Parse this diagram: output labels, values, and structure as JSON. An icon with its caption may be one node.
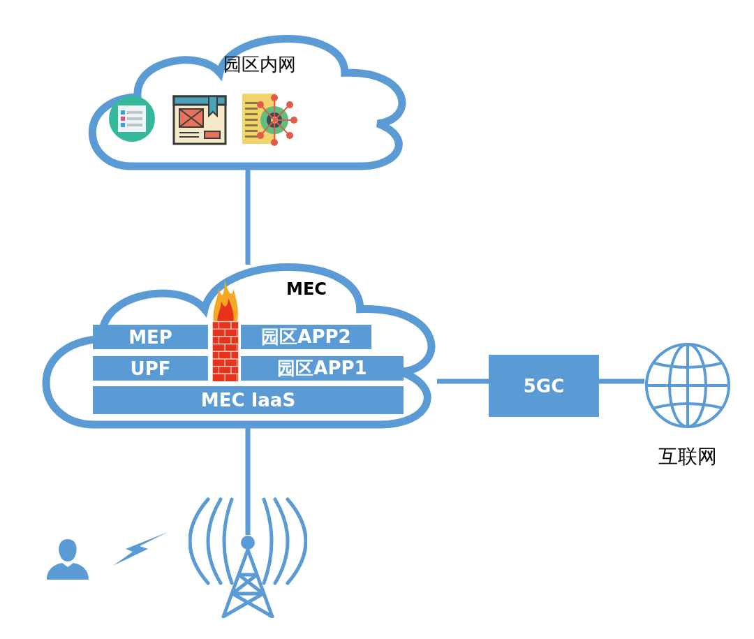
{
  "diagram": {
    "nodes": [
      {
        "text": [
          "园区内网"
        ]
      },
      {
        "text": [
          "MEC"
        ]
      },
      {
        "text": [
          "MEP"
        ],
        "in": 1
      },
      {
        "text": [
          "园区APP2"
        ],
        "in": 1
      },
      {
        "text": [
          "UPF"
        ],
        "in": 1
      },
      {
        "text": [
          "园区APP1"
        ],
        "in": 1
      },
      {
        "text": [
          "MEC IaaS"
        ],
        "in": 1
      },
      {
        "text": [
          "5GC"
        ]
      },
      {
        "text": [
          "互联网"
        ]
      },
      {
        "text": [],
        "shape": "picture"
      }
    ],
    "edges": [
      {
        "from": 0,
        "to": 1,
        "arrow": "none"
      },
      {
        "from": 1,
        "to": 7,
        "arrow": "none"
      },
      {
        "from": 7,
        "to": 8,
        "arrow": "none"
      },
      {
        "from": 1,
        "to": 9,
        "arrow": "none"
      }
    ]
  }
}
